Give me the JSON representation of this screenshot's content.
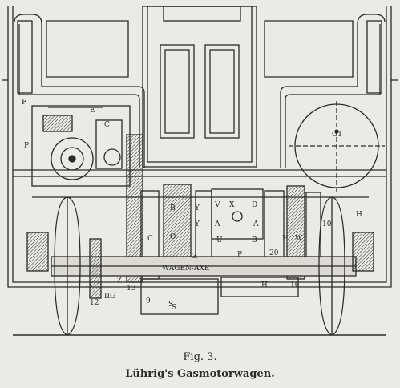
{
  "caption": {
    "figure_number": "Fig. 3.",
    "title": "Lührig's Gasmotorwagen."
  },
  "diagram": {
    "axle_label": "WAGEN-AXE",
    "labels": [
      "F",
      "E",
      "C",
      "G1",
      "P",
      "Y",
      "Y",
      "V",
      "D",
      "X",
      "A",
      "A",
      "U",
      "B",
      "Z",
      "P",
      "B",
      "O",
      "C",
      "W",
      "Z",
      "S",
      "12",
      "H",
      "IIG",
      "13",
      "H",
      "16",
      "10",
      "9",
      "S",
      "20",
      "H"
    ]
  }
}
